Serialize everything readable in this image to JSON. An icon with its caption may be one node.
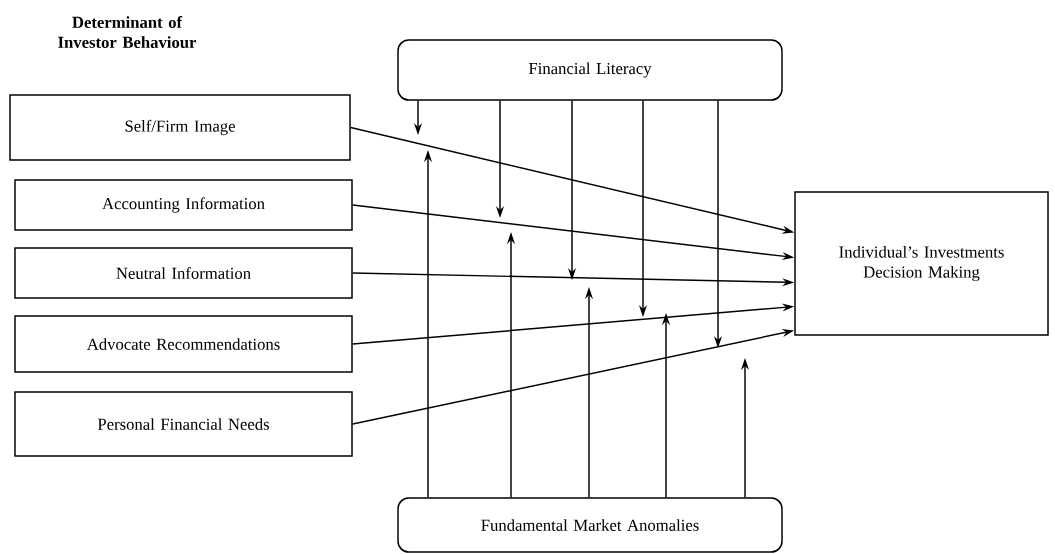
{
  "diagram": {
    "title": "Determinant of Investor Behaviour",
    "nodes": [
      {
        "text": [
          "Self/Firm Image"
        ]
      },
      {
        "text": [
          "Accounting Information"
        ]
      },
      {
        "text": [
          "Neutral Information"
        ]
      },
      {
        "text": [
          "Advocate Recommendations"
        ]
      },
      {
        "text": [
          "Personal Financial Needs"
        ]
      },
      {
        "text": [
          "Financial Literacy"
        ]
      },
      {
        "text": [
          "Individual’s Investments Decision Making"
        ]
      },
      {
        "text": [
          "Fundamental Market Anomalies"
        ]
      }
    ],
    "edges": [
      {
        "from": 0,
        "to": 6,
        "arrow": "to"
      },
      {
        "from": 1,
        "to": 6,
        "arrow": "to"
      },
      {
        "from": 2,
        "to": 6,
        "arrow": "to"
      },
      {
        "from": 3,
        "to": 6,
        "arrow": "to"
      },
      {
        "from": 4,
        "to": 6,
        "arrow": "to"
      },
      {
        "from": 5,
        "to": null,
        "arrow": "to"
      },
      {
        "from": 5,
        "to": null,
        "arrow": "to"
      },
      {
        "from": 5,
        "to": null,
        "arrow": "to"
      },
      {
        "from": 5,
        "to": null,
        "arrow": "to"
      },
      {
        "from": 5,
        "to": null,
        "arrow": "to"
      },
      {
        "from": 7,
        "to": null,
        "arrow": "to"
      },
      {
        "from": 7,
        "to": null,
        "arrow": "to"
      },
      {
        "from": 7,
        "to": null,
        "arrow": "to"
      },
      {
        "from": 7,
        "to": null,
        "arrow": "to"
      },
      {
        "from": 7,
        "to": null,
        "arrow": "to"
      }
    ]
  }
}
